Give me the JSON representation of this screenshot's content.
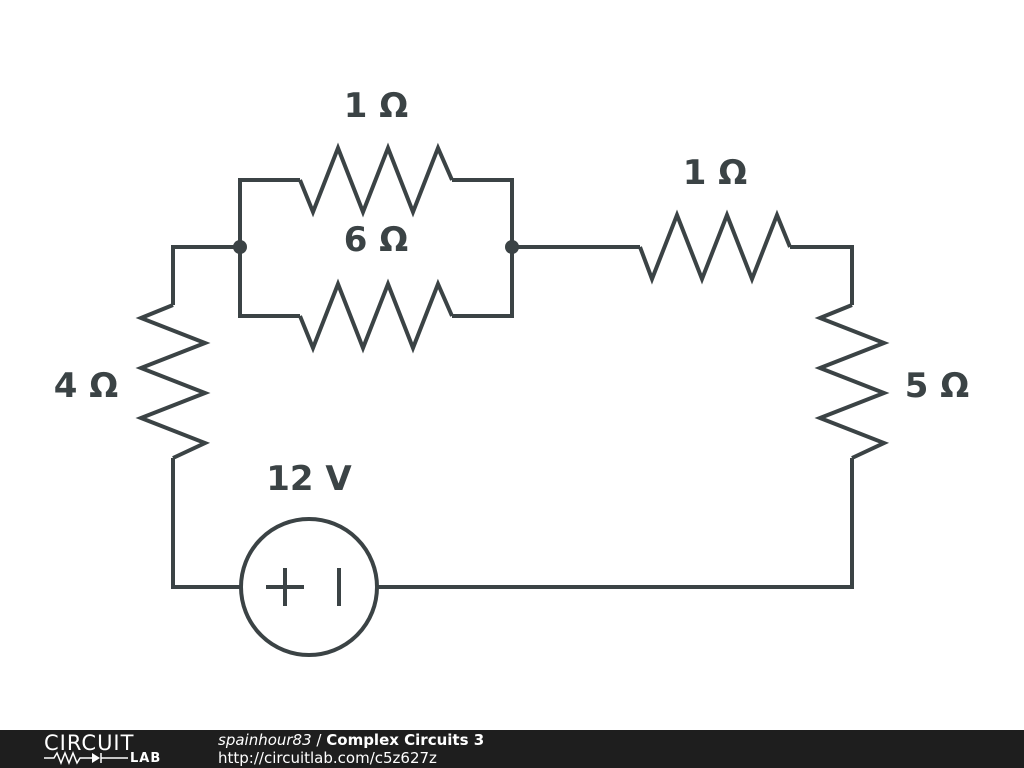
{
  "schematic": {
    "labels": {
      "r_top_parallel": "1 Ω",
      "r_bottom_parallel": "6 Ω",
      "r_series_top": "1 Ω",
      "r_left": "4 Ω",
      "r_right": "5 Ω",
      "source": "12 V"
    },
    "source_symbols": {
      "plus": "+",
      "minus": "−"
    },
    "colors": {
      "wire": "#3b4345",
      "background": "#ffffff"
    }
  },
  "footer": {
    "logo_top": "CIRCUIT",
    "logo_bottom": "LAB",
    "username": "spainhour83",
    "separator": " / ",
    "title": "Complex Circuits 3",
    "url": "http://circuitlab.com/c5z627z",
    "background": "#1e1e1e"
  }
}
